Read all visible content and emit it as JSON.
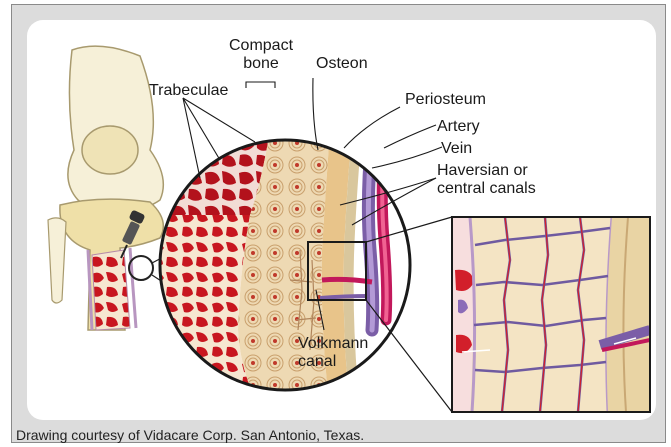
{
  "diagram": {
    "labels": {
      "compact_bone_line1": "Compact",
      "compact_bone_line2": "bone",
      "osteon": "Osteon",
      "trabeculae": "Trabeculae",
      "periosteum": "Periosteum",
      "artery": "Artery",
      "vein": "Vein",
      "haversian_line1": "Haversian or",
      "haversian_line2": "central canals",
      "volkmann_line1": "Volkmann",
      "volkmann_line2": "canal"
    },
    "colors": {
      "background": "#dcdcdc",
      "panel": "#ffffff",
      "bone": "#f3e2be",
      "marrow": "#d21f2b",
      "artery": "#c2185b",
      "vein": "#7b5ea7",
      "canal": "#6f5aa0"
    }
  },
  "caption": "Drawing courtesy of Vidacare Corp. San Antonio, Texas."
}
